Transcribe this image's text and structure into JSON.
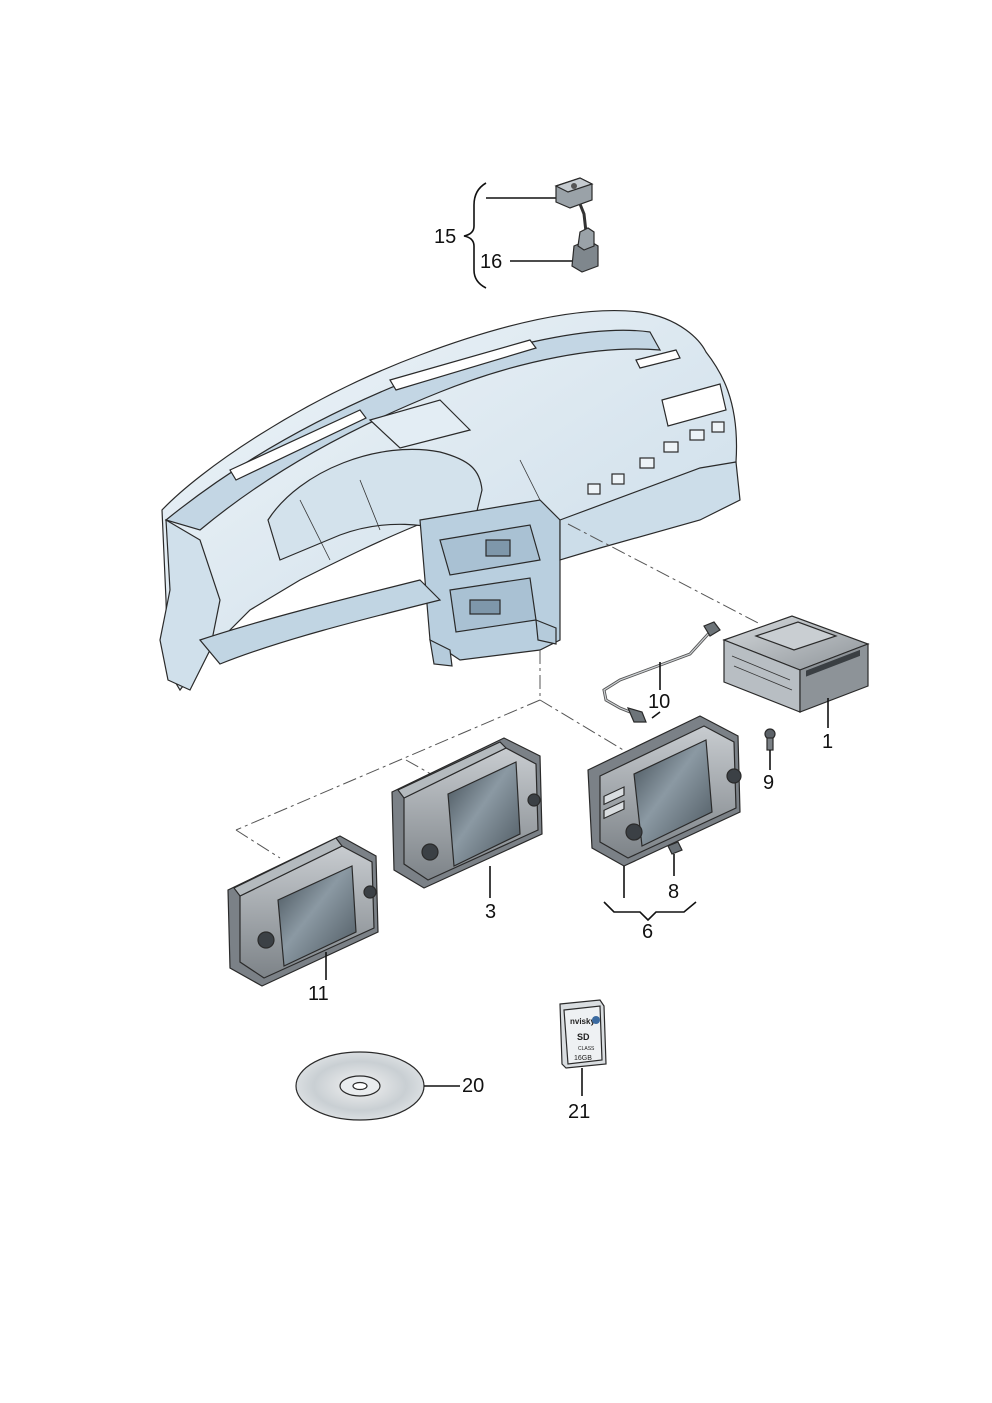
{
  "callouts": {
    "c1": "1",
    "c3": "3",
    "c6": "6",
    "c8": "8",
    "c9": "9",
    "c10": "10",
    "c11": "11",
    "c15": "15",
    "c16": "16",
    "c20": "20",
    "c21": "21"
  },
  "sd_card": {
    "brand": "nvisky",
    "capacity": "16GB",
    "logo": "SD",
    "class_text": "CLASS"
  },
  "colors": {
    "dash_fill": "#dde9f1",
    "dash_shade": "#b9cfdf",
    "unit_body": "#8a8f93",
    "screen": "#5f6b73",
    "outline": "#2a2a2a"
  }
}
